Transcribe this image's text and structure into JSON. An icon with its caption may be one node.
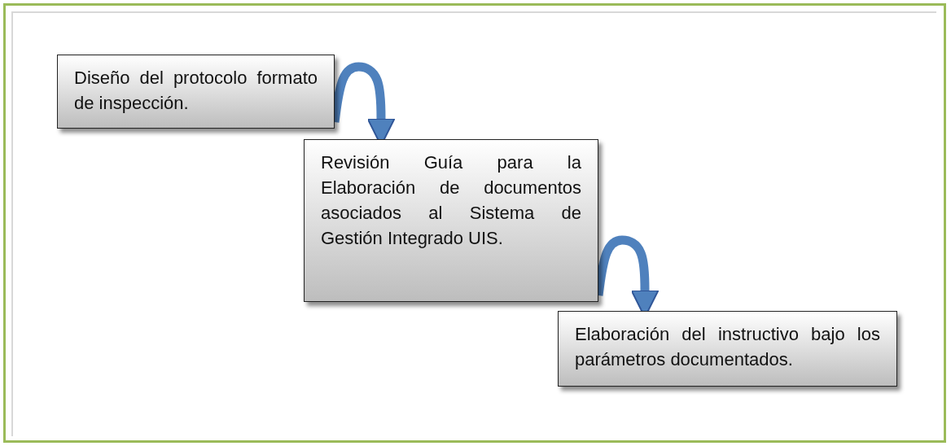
{
  "diagram": {
    "nodes": [
      {
        "text": [
          "Diseño del protocolo formato de inspección."
        ]
      },
      {
        "text": [
          "Revisión Guía para la Elaboración de documentos asociados al Sistema de Gestión Integrado UIS."
        ]
      },
      {
        "text": [
          "Elaboración del instructivo bajo los parámetros documentados."
        ]
      }
    ],
    "edges": [
      {
        "from": 0,
        "to": 1,
        "arrow": "to"
      },
      {
        "from": 1,
        "to": 2,
        "arrow": "to"
      }
    ]
  }
}
